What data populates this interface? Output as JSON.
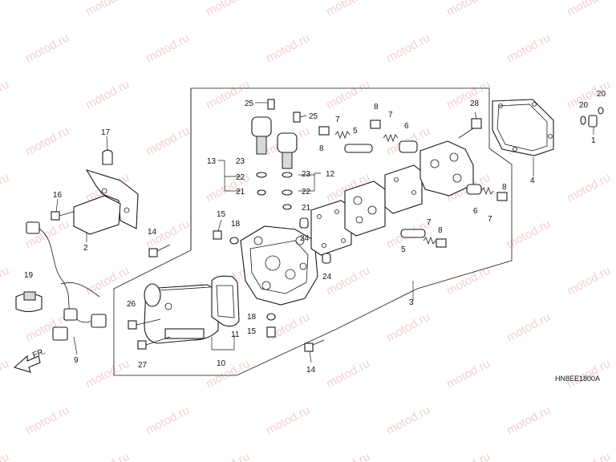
{
  "diagram": {
    "code": "HN8EE1800A",
    "front_marker": "FR.",
    "watermark": "motod.ru",
    "callouts": [
      "25",
      "25",
      "17",
      "13",
      "23",
      "12",
      "23",
      "22",
      "22",
      "21",
      "21",
      "7",
      "5",
      "8",
      "8",
      "7",
      "6",
      "28",
      "20",
      "20",
      "1",
      "4",
      "16",
      "2",
      "15",
      "18",
      "14",
      "24",
      "24",
      "19",
      "9",
      "26",
      "27",
      "10",
      "11",
      "18",
      "15",
      "14",
      "3",
      "6",
      "8",
      "7",
      "7",
      "8",
      "5"
    ]
  }
}
